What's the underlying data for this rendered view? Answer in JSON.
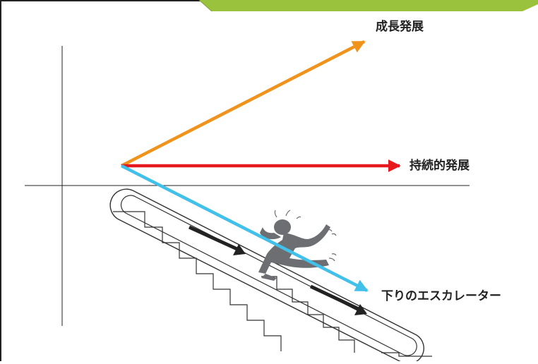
{
  "labels": {
    "growth": "成長発展",
    "sustainable": "持続的発展",
    "escalator": "下りのエスカレーター"
  },
  "arrows": [
    {
      "name": "growth",
      "color": "#f0931c"
    },
    {
      "name": "sustainable",
      "color": "#e5191e"
    },
    {
      "name": "decline",
      "color": "#41c0ea"
    }
  ],
  "colors": {
    "frame_border": "#222222",
    "top_tab": "#9bc23c",
    "axis": "#222222",
    "escalator_outline": "#333333",
    "escalator_arrow": "#222222",
    "runner": "#6d6e71"
  }
}
